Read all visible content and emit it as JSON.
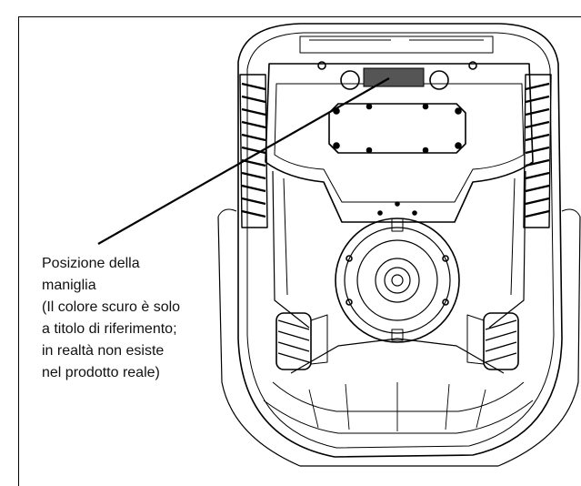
{
  "callout": {
    "lines": [
      "Posizione della",
      "maniglia",
      "(Il colore scuro è solo",
      "a titolo di riferimento;",
      "in realtà non esiste",
      "nel prodotto reale)"
    ]
  },
  "colors": {
    "line": "#000000",
    "handle_highlight": "#555555",
    "background": "#ffffff"
  }
}
